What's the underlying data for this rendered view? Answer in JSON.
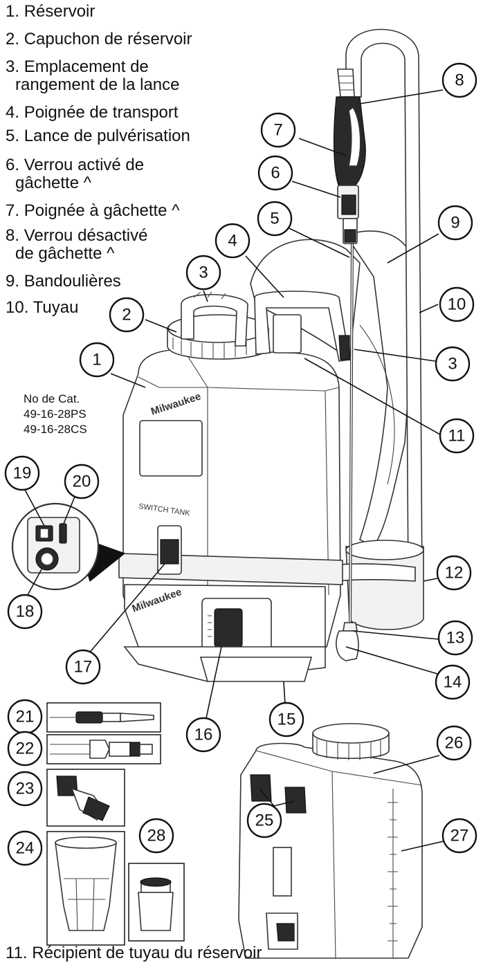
{
  "legend": [
    {
      "num": "1.",
      "text": "Réservoir"
    },
    {
      "num": "2.",
      "text": "Capuchon de réservoir"
    },
    {
      "num": "3.",
      "text": "Emplacement de",
      "text2": "rangement de la lance"
    },
    {
      "num": "4.",
      "text": "Poignée de transport"
    },
    {
      "num": "5.",
      "text": "Lance de pulvérisation"
    },
    {
      "num": "6.",
      "text": " Verrou activé de",
      "text2": "gâchette ^"
    },
    {
      "num": "7.",
      "text": "Poignée à gâchette ^"
    },
    {
      "num": "8.",
      "text": "Verrou désactivé",
      "text2": "de gâchette ^"
    },
    {
      "num": "9.",
      "text": "Bandoulières"
    },
    {
      "num": "10.",
      "text": "Tuyau"
    }
  ],
  "catalog": {
    "label": "No de Cat.",
    "models": [
      "49-16-28PS",
      "49-16-28CS"
    ]
  },
  "tank_markings": {
    "brand": "Milwaukee",
    "model_plate": "SWITCH TANK"
  },
  "callouts": [
    "1",
    "2",
    "3",
    "3",
    "4",
    "5",
    "6",
    "7",
    "8",
    "9",
    "10",
    "11",
    "12",
    "13",
    "14",
    "15",
    "16",
    "17",
    "18",
    "19",
    "20",
    "21",
    "22",
    "23",
    "24",
    "25",
    "26",
    "27",
    "28"
  ],
  "footer_text": "11. Récipient de tuyau du réservoir"
}
